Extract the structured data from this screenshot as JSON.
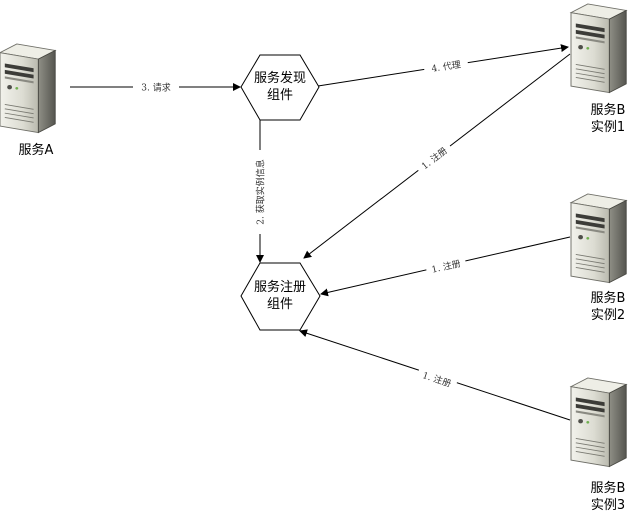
{
  "nodes": {
    "service_a": {
      "label": "服务A"
    },
    "discovery": {
      "label_line1": "服务发现",
      "label_line2": "组件"
    },
    "registry": {
      "label_line1": "服务注册",
      "label_line2": "组件"
    },
    "instance_1": {
      "label_line1": "服务B",
      "label_line2": "实例1"
    },
    "instance_2": {
      "label_line1": "服务B",
      "label_line2": "实例2"
    },
    "instance_3": {
      "label_line1": "服务B",
      "label_line2": "实例3"
    }
  },
  "edges": {
    "request": "3. 请求",
    "proxy": "4. 代理",
    "fetch_instances": "2. 获取实例信息",
    "register_1": "1. 注册",
    "register_2": "1. 注册",
    "register_3": "1. 注册"
  },
  "icons": {
    "server": "server-icon"
  }
}
